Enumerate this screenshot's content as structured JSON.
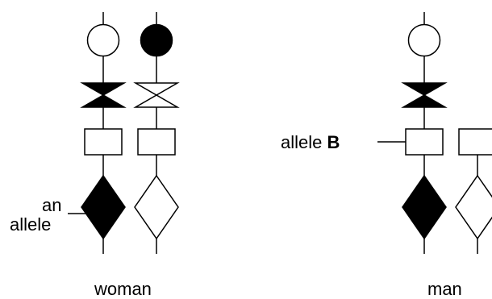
{
  "chromosomes": {
    "woman": {
      "label": "woman",
      "left_chromosome": {
        "circle": "filled-white",
        "bowtie": "filled-black",
        "rectangle": "filled-white",
        "diamond": "filled-black"
      },
      "right_chromosome": {
        "circle": "filled-black",
        "bowtie": "outline-white",
        "rectangle": "filled-white",
        "diamond": "filled-white"
      }
    },
    "man": {
      "label": "man",
      "left_chromosome": {
        "circle": "filled-white",
        "bowtie": "filled-black",
        "rectangle": "filled-white",
        "diamond": "filled-black"
      },
      "right_chromosome": {
        "rectangle": "filled-white",
        "diamond": "filled-white"
      }
    }
  },
  "annotations": {
    "an_allele": {
      "line1": "an",
      "line2": "allele"
    },
    "allele_b": {
      "prefix": "allele ",
      "letter": "B"
    }
  },
  "colors": {
    "stroke": "#000000",
    "fill_dark": "#000000",
    "fill_light": "#ffffff"
  }
}
